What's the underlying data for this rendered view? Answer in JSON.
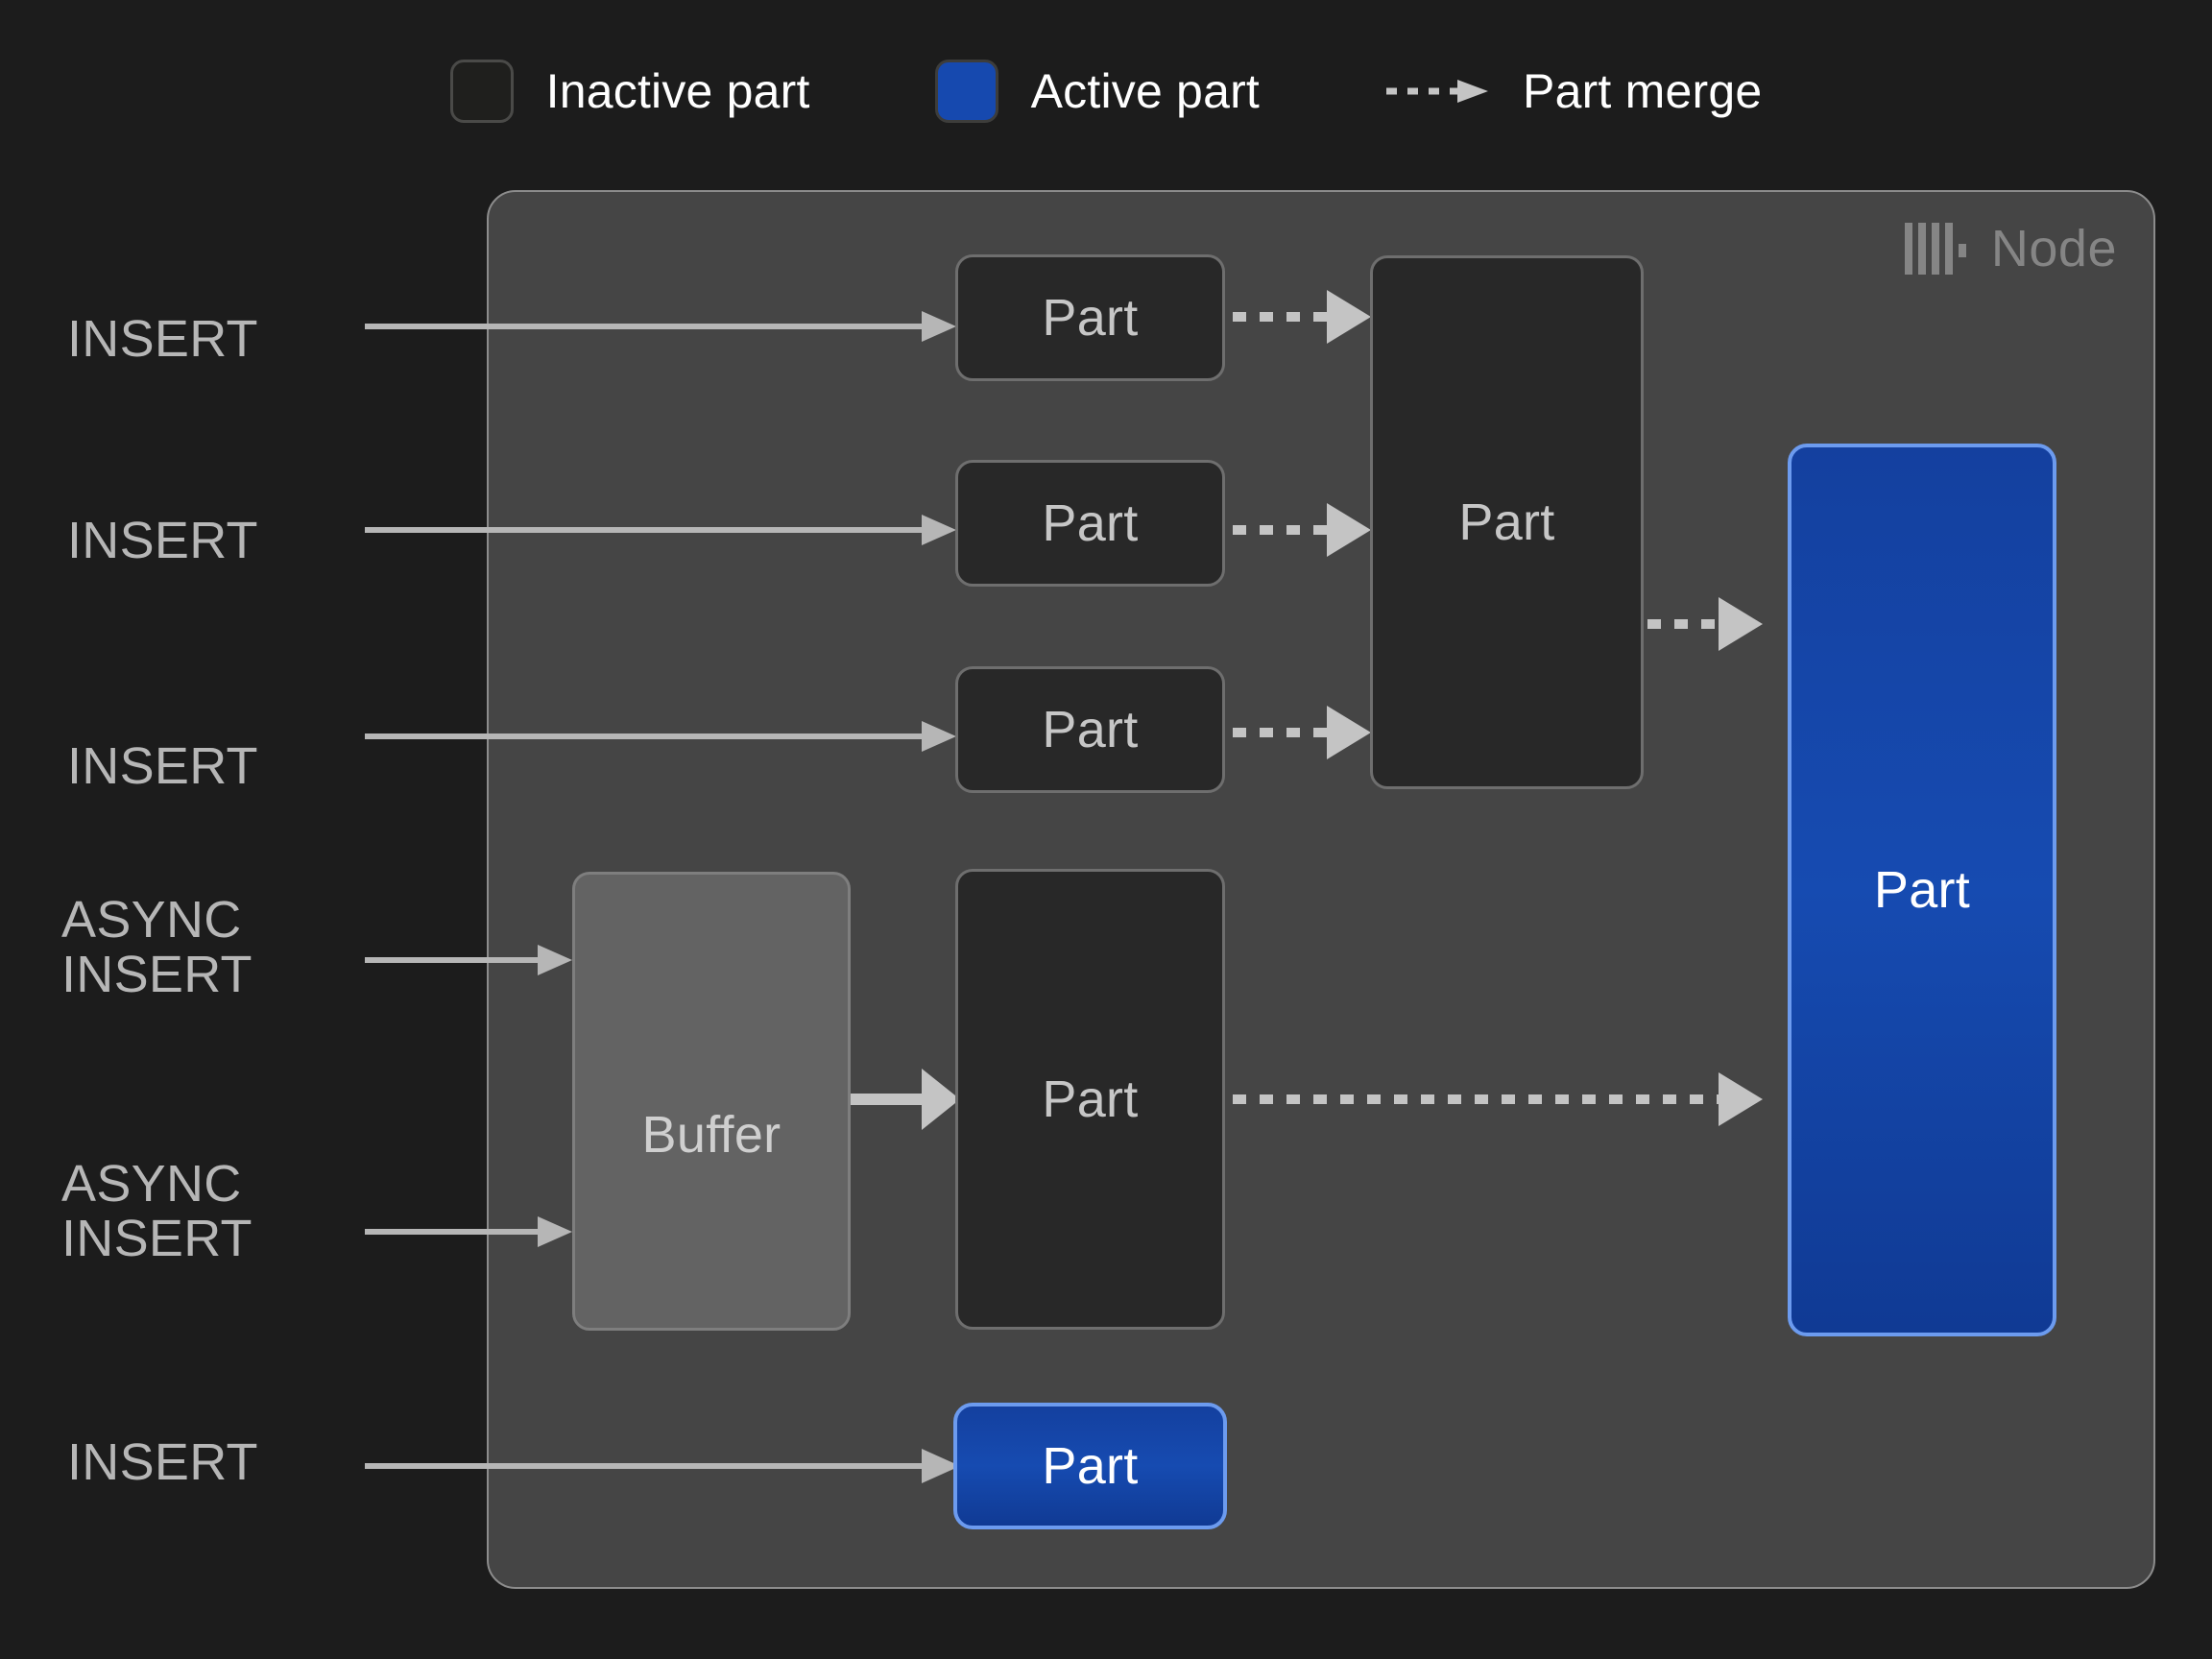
{
  "legend": {
    "items": [
      {
        "icon": "inactive-part-swatch",
        "label": "Inactive part",
        "type": "swatch",
        "color": "#1f1f1d"
      },
      {
        "icon": "active-part-swatch",
        "label": "Active part",
        "type": "swatch",
        "color": "#1649af"
      },
      {
        "icon": "part-merge-arrow",
        "label": "Part merge",
        "type": "dashed-arrow",
        "color": "#c4c4c4"
      }
    ]
  },
  "node": {
    "label": "Node",
    "logo_icon": "clickhouse-logo-icon",
    "panel_color": "#454545"
  },
  "sources": [
    {
      "id": "insert-1",
      "label": "INSERT"
    },
    {
      "id": "insert-2",
      "label": "INSERT"
    },
    {
      "id": "insert-3",
      "label": "INSERT"
    },
    {
      "id": "async-insert-1",
      "label": "ASYNC\nINSERT"
    },
    {
      "id": "async-insert-2",
      "label": "ASYNC\nINSERT"
    },
    {
      "id": "insert-4",
      "label": "INSERT"
    }
  ],
  "boxes": [
    {
      "id": "part-row1",
      "label": "Part",
      "state": "inactive"
    },
    {
      "id": "part-row2",
      "label": "Part",
      "state": "inactive"
    },
    {
      "id": "part-row3",
      "label": "Part",
      "state": "inactive"
    },
    {
      "id": "part-merged-1",
      "label": "Part",
      "state": "inactive"
    },
    {
      "id": "buffer",
      "label": "Buffer",
      "state": "buffer"
    },
    {
      "id": "part-from-buffer",
      "label": "Part",
      "state": "inactive"
    },
    {
      "id": "part-final-active",
      "label": "Part",
      "state": "active"
    },
    {
      "id": "part-insert-active",
      "label": "Part",
      "state": "active"
    }
  ],
  "colors": {
    "background": "#1c1c1c",
    "node_panel": "#454545",
    "inactive_fill": "#282828",
    "inactive_border": "#6e6e6e",
    "active_fill": "#164aad",
    "active_border": "#6c9bef",
    "buffer_fill": "#636363",
    "connector": "#c4c4c4",
    "label_text": "#b6b6b6",
    "node_label": "#858585"
  }
}
